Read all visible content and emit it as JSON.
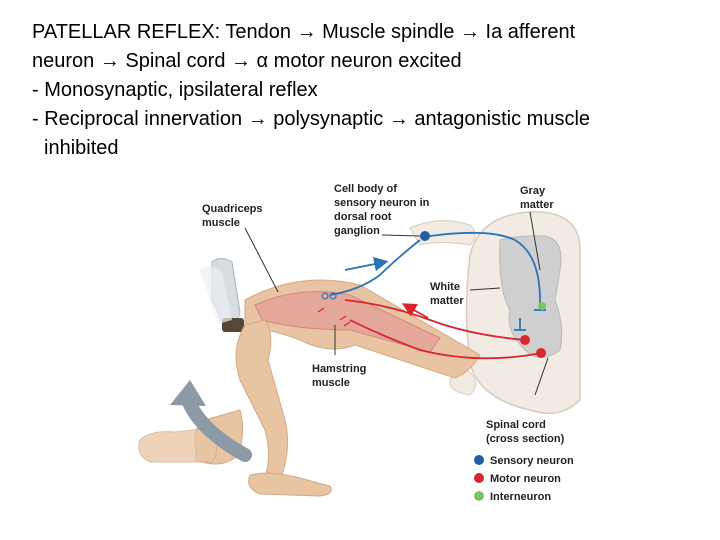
{
  "slide": {
    "line1": "PATELLAR REFLEX: Tendon → Muscle spindle → Ia afferent",
    "line2": "neuron → Spinal cord → α motor neuron excited",
    "line3": "- Monosynaptic, ipsilateral reflex",
    "line4": "- Reciprocal innervation → polysynaptic → antagonistic muscle",
    "line5": "inhibited"
  },
  "labels": {
    "quadriceps_1": "Quadriceps",
    "quadriceps_2": "muscle",
    "cellbody_1": "Cell body of",
    "cellbody_2": "sensory neuron in",
    "cellbody_3": "dorsal root",
    "cellbody_4": "ganglion",
    "gray_1": "Gray",
    "gray_2": "matter",
    "white_1": "White",
    "white_2": "matter",
    "hamstring_1": "Hamstring",
    "hamstring_2": "muscle",
    "spinal_1": "Spinal cord",
    "spinal_2": "(cross section)"
  },
  "legend": [
    {
      "label": "Sensory neuron",
      "color": "#1f5fa8"
    },
    {
      "label": "Motor neuron",
      "color": "#d8262e"
    },
    {
      "label": "Interneuron",
      "color": "#7cc46a"
    }
  ],
  "colors": {
    "sensory": "#2b73b8",
    "motor": "#d8262e",
    "inter": "#7cc46a",
    "skin": "#e9c4a2",
    "muscle": "#e6a79b",
    "gray_matter": "#cfcfcf",
    "white_matter": "#f2ebe3",
    "arrow": "#8c9aa8"
  }
}
